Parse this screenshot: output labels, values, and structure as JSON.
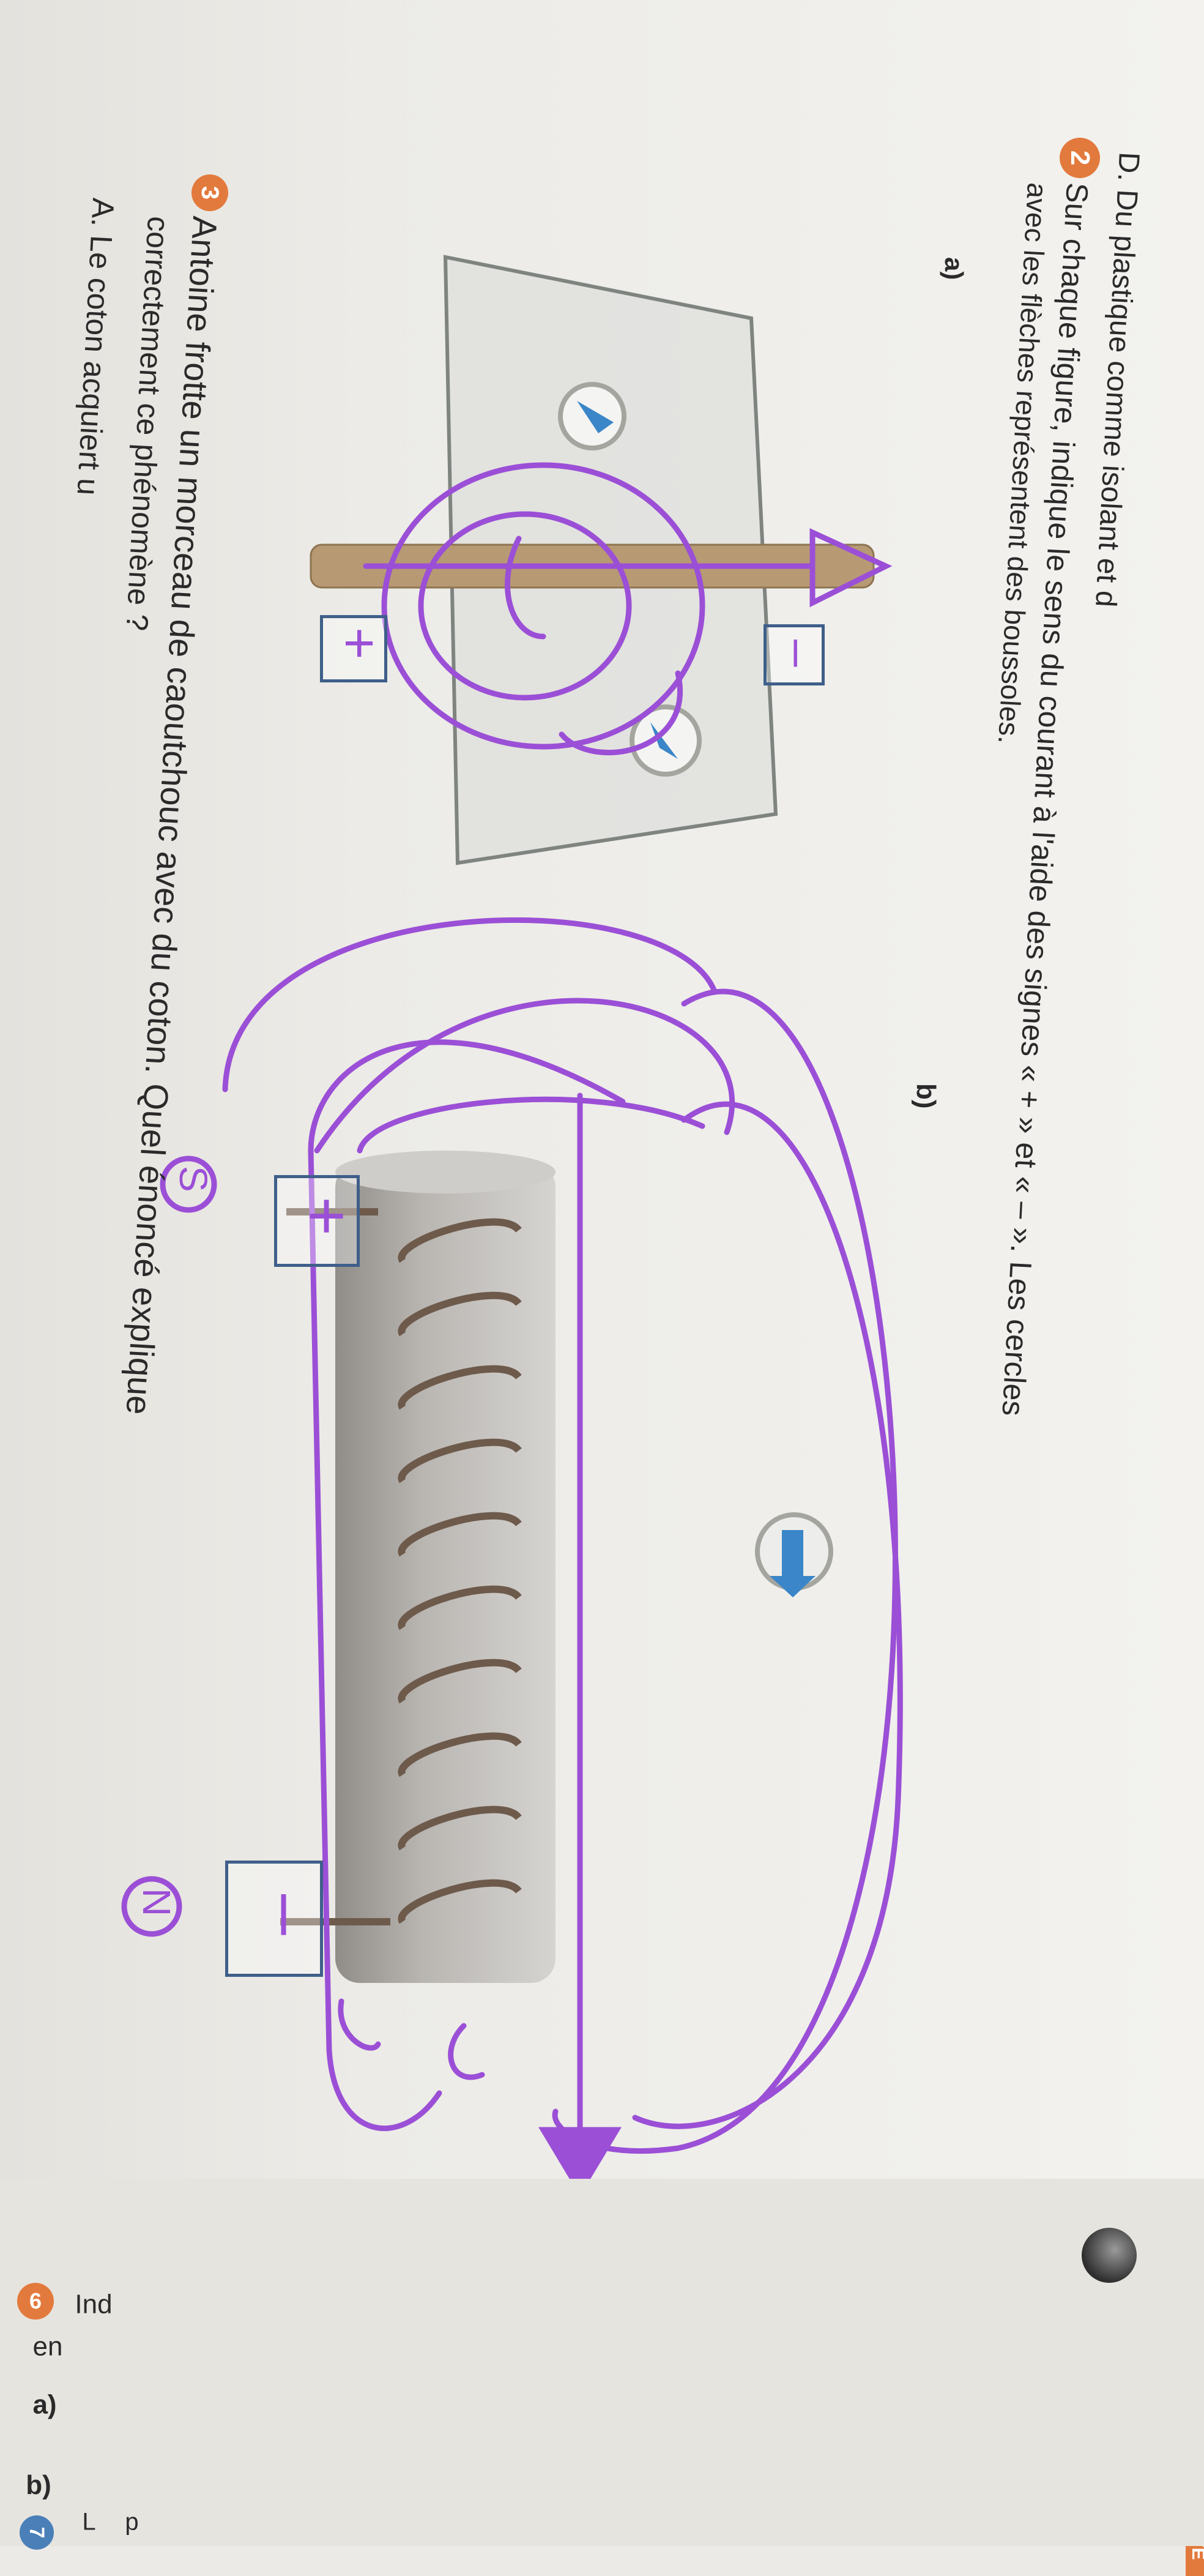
{
  "header": {
    "tab_label": "ACTIVITÉ"
  },
  "questions": {
    "prev_option_d": "D. Du plastique comme isolant et d",
    "q2": {
      "number": "2",
      "line1": "Sur chaque figure, indique le sens du courant à l'aide des signes « + » et « – ». Les cercles",
      "line2": "avec les flèches représentent des boussoles.",
      "fig_a_label": "a)",
      "fig_b_label": "b)",
      "fig_a_top_sign": "–",
      "fig_a_bottom_sign": "+",
      "fig_b_left_sign": "+",
      "fig_b_right_sign": "–"
    },
    "q3": {
      "number": "3",
      "line1": "Antoine frotte un morceau de caoutchouc avec du coton. Quel énoncé explique",
      "line2": "correctement ce phénomène ?",
      "option_a": "A. Le coton acquiert u"
    }
  },
  "annotations": {
    "pole_south": "S",
    "pole_north": "N"
  },
  "right_page": {
    "q6_number": "6",
    "q6_text": "Ind",
    "q6_line2": "en",
    "q6_a": "a)",
    "q6_b": "b)",
    "q7_number": "7",
    "q7_text": "L",
    "q7_line2": "p"
  },
  "colors": {
    "annotation_purple": "#9b4fd6",
    "accent_orange": "#e37a3d",
    "sign_box_blue": "#3f5f8a",
    "compass_arrow": "#3a86c8"
  }
}
